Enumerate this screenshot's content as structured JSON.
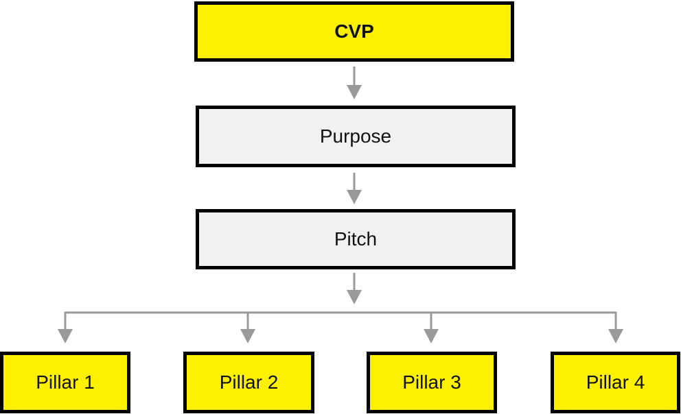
{
  "diagram": {
    "top": {
      "label": "CVP",
      "fill": "#fdf000"
    },
    "middle": [
      {
        "label": "Purpose",
        "fill": "#f2f0f0"
      },
      {
        "label": "Pitch",
        "fill": "#f2f0f0"
      }
    ],
    "pillars": [
      {
        "label": "Pillar 1",
        "fill": "#fdf000"
      },
      {
        "label": "Pillar 2",
        "fill": "#fdf000"
      },
      {
        "label": "Pillar 3",
        "fill": "#fdf000"
      },
      {
        "label": "Pillar 4",
        "fill": "#fdf000"
      }
    ],
    "colors": {
      "border": "#000000",
      "connector": "#999999",
      "highlight": "#fdf000",
      "neutral": "#f2f0f0"
    }
  }
}
